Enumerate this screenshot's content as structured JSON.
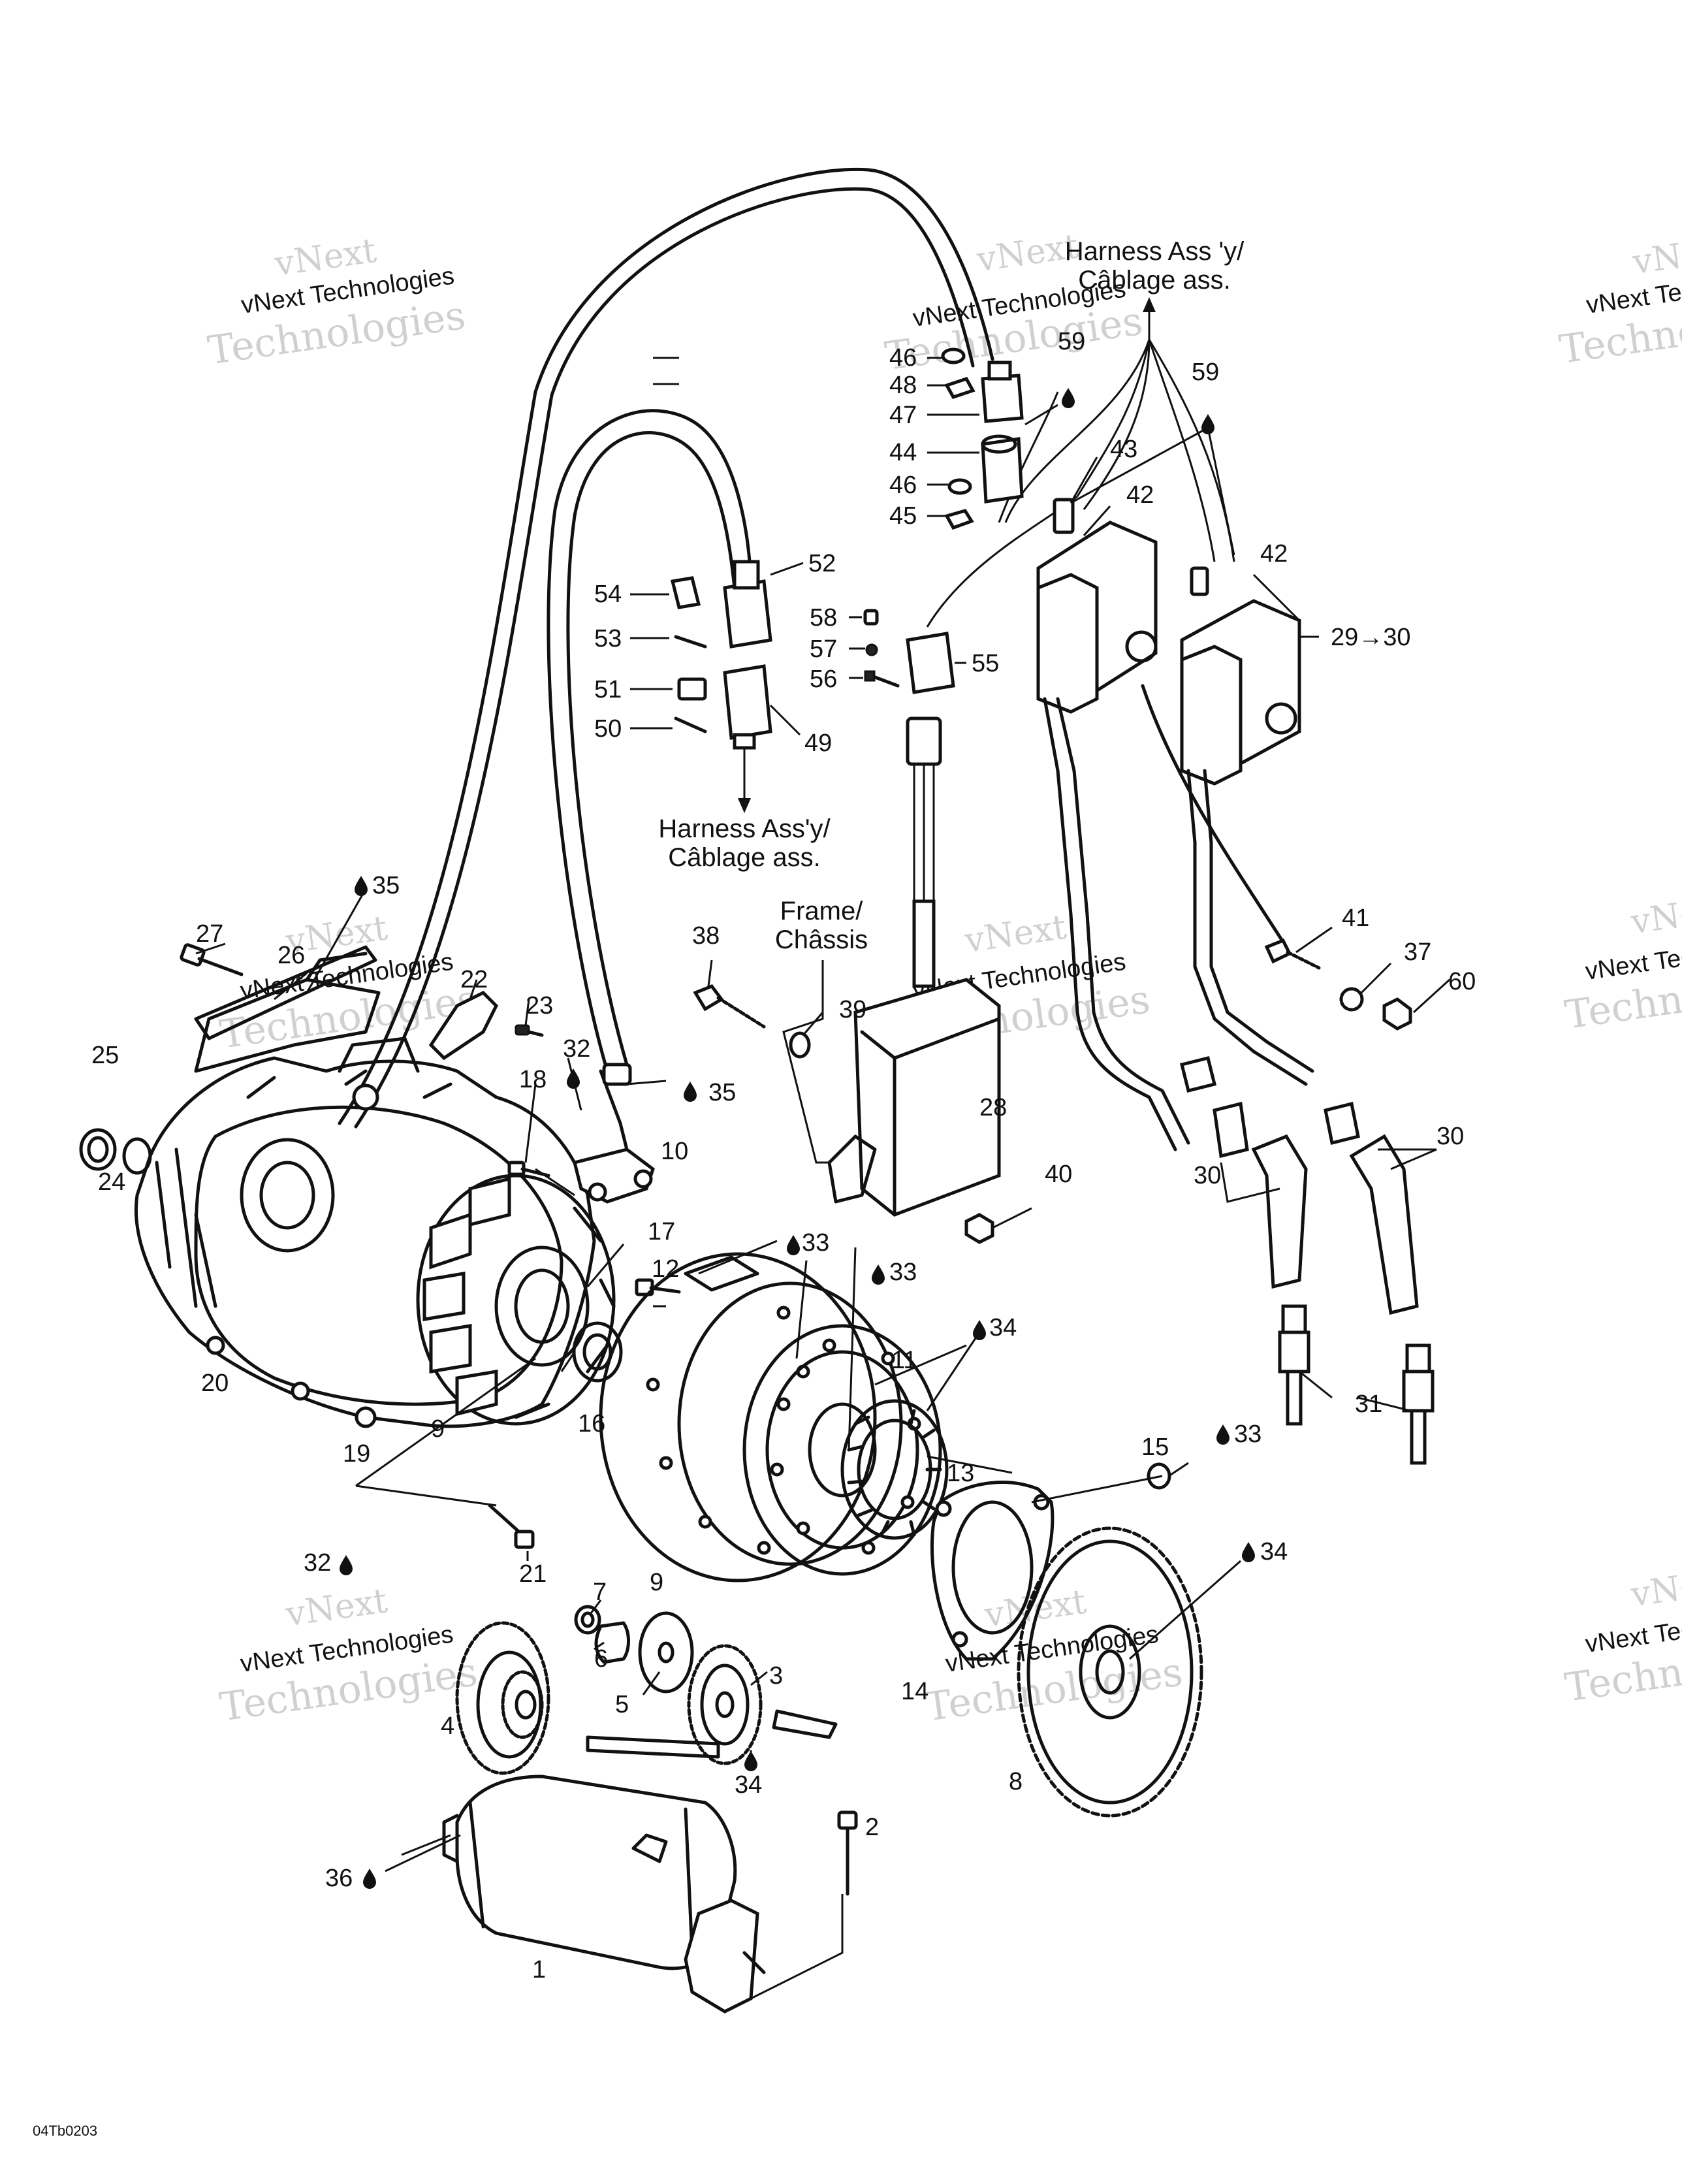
{
  "callouts": {
    "harness_top_l1": "Harness Ass 'y/",
    "harness_top_l2": "Câblage ass.",
    "harness_mid_l1": "Harness Ass'y/",
    "harness_mid_l2": "Câblage ass.",
    "frame_l1": "Frame/",
    "frame_l2": "Châssis"
  },
  "parts": {
    "p1": "1",
    "p2": "2",
    "p3": "3",
    "p4": "4",
    "p5": "5",
    "p6": "6",
    "p7": "7",
    "p8": "8",
    "p9a": "9",
    "p9b": "9",
    "p10": "10",
    "p11": "11",
    "p12": "12",
    "p13": "13",
    "p14": "14",
    "p15": "15",
    "p16": "16",
    "p17": "17",
    "p18": "18",
    "p19": "19",
    "p20": "20",
    "p21": "21",
    "p22": "22",
    "p23": "23",
    "p24": "24",
    "p25": "25",
    "p26": "26",
    "p27": "27",
    "p28": "28",
    "p29": "29→30",
    "p30a": "30",
    "p30b": "30",
    "p31": "31",
    "p32a": "32",
    "p32b": "32",
    "p33a": "33",
    "p33b": "33",
    "p33c": "33",
    "p34a": "34",
    "p34b": "34",
    "p34c": "34",
    "p35a": "35",
    "p35b": "35",
    "p36": "36",
    "p37": "37",
    "p38": "38",
    "p39": "39",
    "p40": "40",
    "p41": "41",
    "p42a": "42",
    "p42b": "42",
    "p43": "43",
    "p44": "44",
    "p45": "45",
    "p46a": "46",
    "p46b": "46",
    "p47": "47",
    "p48": "48",
    "p49": "49",
    "p50": "50",
    "p51": "51",
    "p52": "52",
    "p53": "53",
    "p54": "54",
    "p55": "55",
    "p56": "56",
    "p57": "57",
    "p58": "58",
    "p59a": "59",
    "p59b": "59",
    "p60": "60"
  },
  "drawing_code": "04Tb0203",
  "watermark": {
    "line1": "vNext",
    "line2": "vNext Technologies",
    "line3": "Technologies"
  },
  "icons": [
    "drop-icon"
  ]
}
